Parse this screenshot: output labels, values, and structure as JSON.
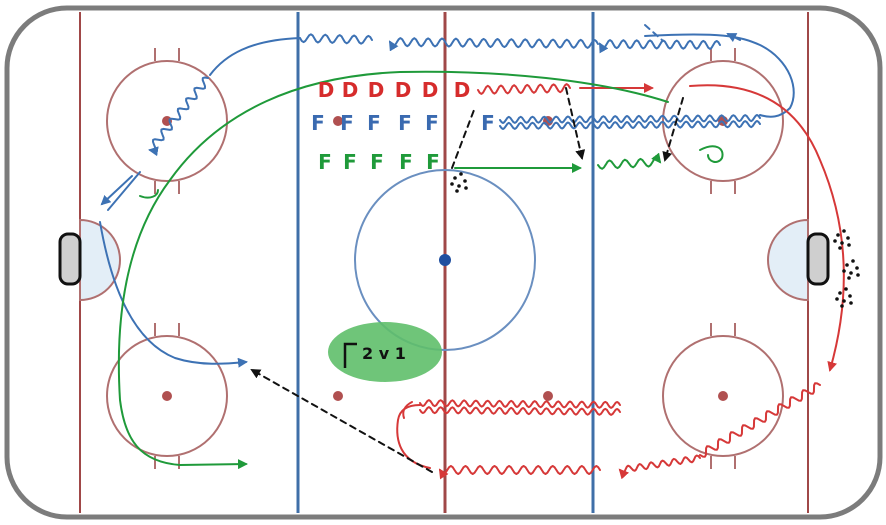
{
  "colors": {
    "board": "#8a8a8a",
    "line_red": "#a04848",
    "line_blue": "#3f6fa8",
    "circle": "#b07070",
    "center_circle": "#6a8fc0",
    "center_dot": "#1f4fa0",
    "crease_fill": "#e3eef7",
    "route_blue": "#3d72b4",
    "route_red": "#d63838",
    "route_green": "#1f9a3a",
    "label_red": "#d62c2c",
    "label_blue": "#3a6ab0",
    "label_green": "#1f9a3a",
    "badge_fill": "#5fbf6a",
    "pucks": "#111111"
  },
  "rows": {
    "defense": [
      "D",
      "D",
      "D",
      "D",
      "D",
      "D"
    ],
    "forwards_blue": [
      "F",
      "F",
      "F",
      "F",
      "F",
      "F"
    ],
    "forwards_green": [
      "F",
      "F",
      "F",
      "F",
      "F"
    ]
  },
  "badge": {
    "text": "2 v 1"
  }
}
